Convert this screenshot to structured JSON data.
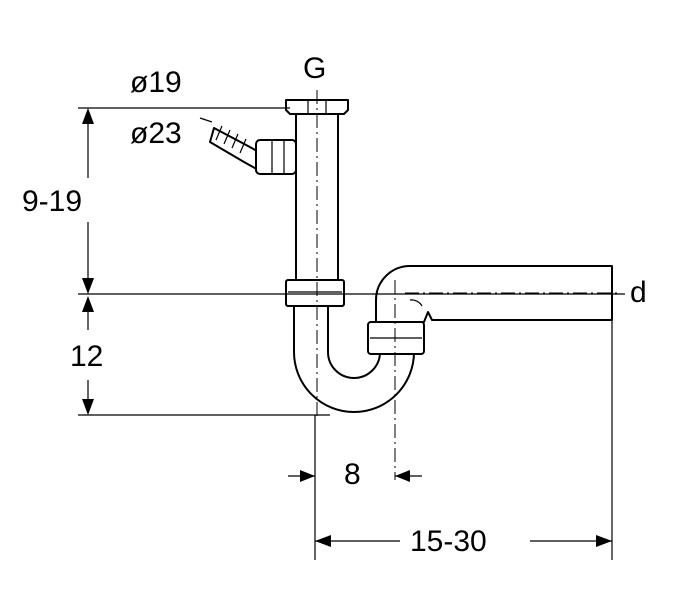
{
  "labels": {
    "g": "G",
    "d": "d",
    "dia19": "ø19",
    "dia23": "ø23",
    "height_top": "9-19",
    "height_bottom": "12",
    "offset": "8",
    "length": "15-30"
  }
}
